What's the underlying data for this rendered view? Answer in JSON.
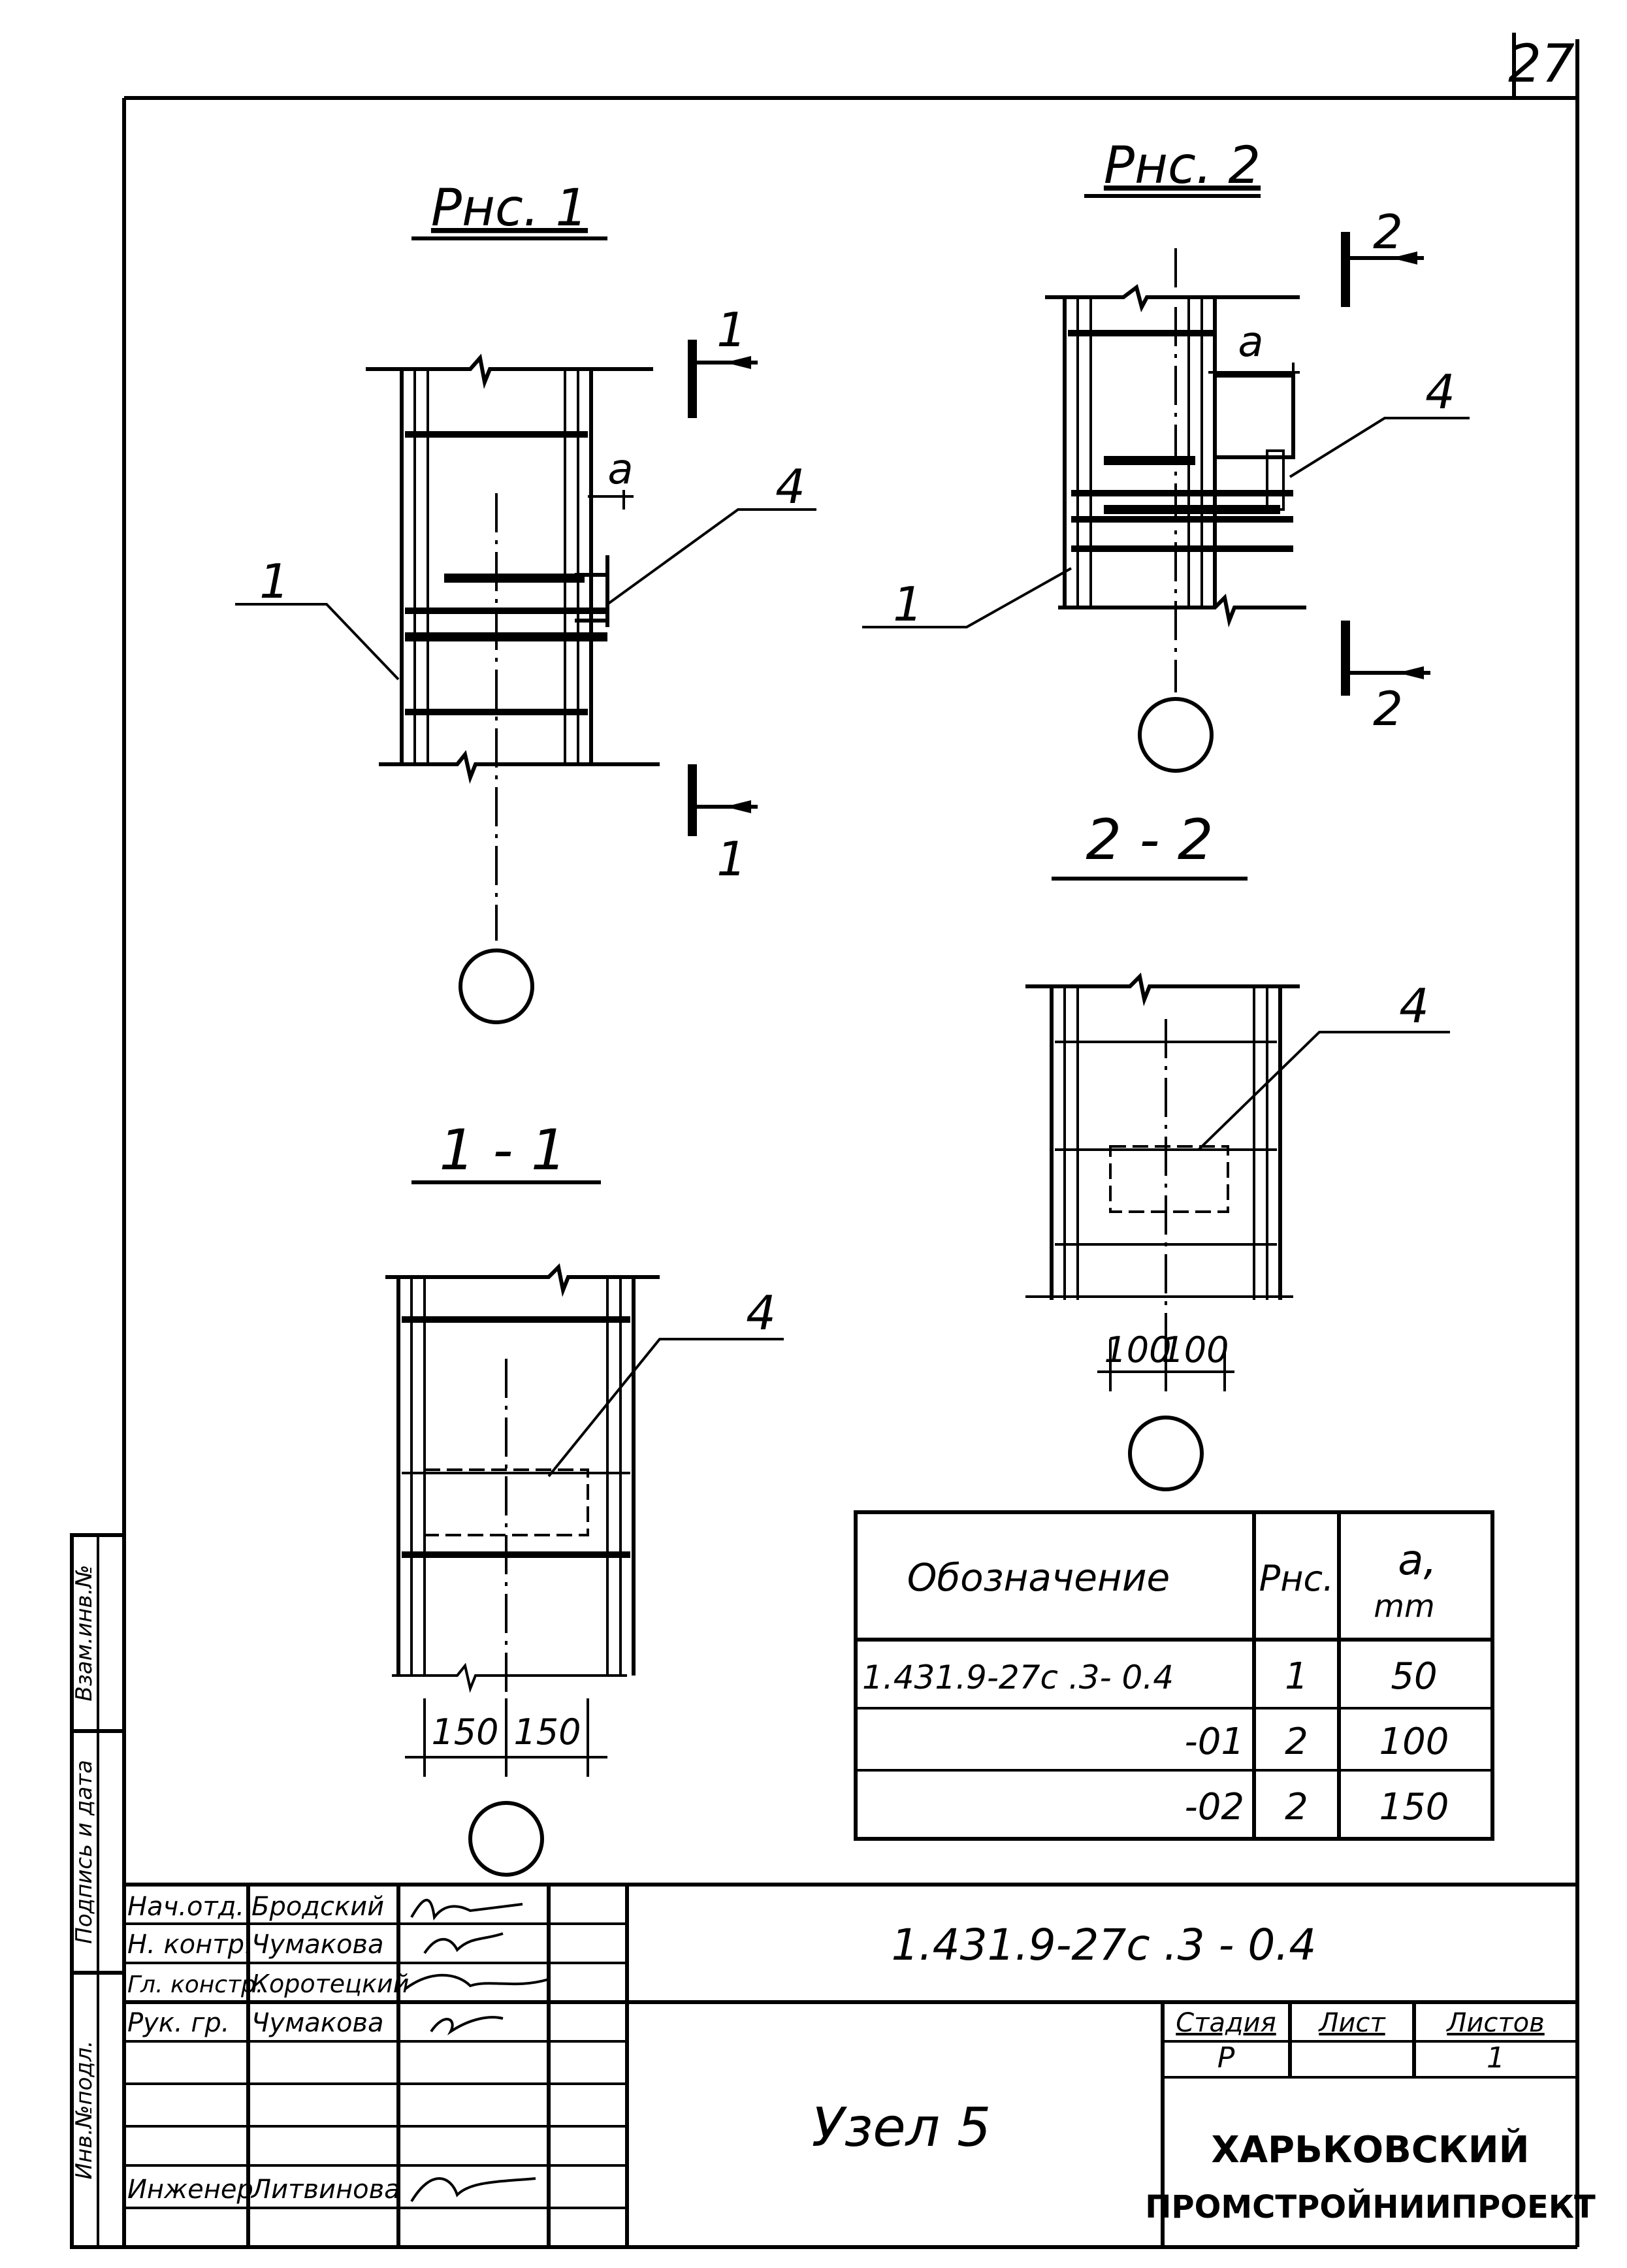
{
  "page_number": "27",
  "fig1": {
    "title": "Рнс. 1",
    "section_mark": "1",
    "pos_1": "1",
    "pos_4": "4",
    "dim_a": "a"
  },
  "fig2": {
    "title": "Рнс. 2",
    "section_mark": "2",
    "pos_1": "1",
    "pos_4": "4",
    "dim_a": "a"
  },
  "sec11": {
    "title": "1 - 1",
    "pos_4": "4",
    "dim_left": "150",
    "dim_right": "150"
  },
  "sec22": {
    "title": "2 - 2",
    "pos_4": "4",
    "dim_left": "100",
    "dim_right": "100"
  },
  "table": {
    "headers": {
      "designation": "Обозначение",
      "fig": "Рнс.",
      "a_sym": "a,",
      "a_unit": "mm"
    },
    "rows": [
      {
        "designation": "1.431.9-27c .3- 0.4",
        "fig": "1",
        "a": "50"
      },
      {
        "designation": "-01",
        "fig": "2",
        "a": "100"
      },
      {
        "designation": "-02",
        "fig": "2",
        "a": "150"
      }
    ]
  },
  "side_stamp": {
    "inv_orig": "Инв.№подл.",
    "sign_date": "Подпись и дата",
    "inv_dup": "Взам.инв.№"
  },
  "title_block": {
    "code": "1.431.9-27c .3 - 0.4",
    "name": "Узел 5",
    "roles": [
      {
        "role": "Нач.отд.",
        "person": "Бродский"
      },
      {
        "role": "Н. контр.",
        "person": "Чумакова"
      },
      {
        "role": "Гл. констр.",
        "person": "Коротецкий"
      },
      {
        "role": "Рук. гр.",
        "person": "Чумакова"
      },
      {
        "role": "",
        "person": ""
      },
      {
        "role": "",
        "person": ""
      },
      {
        "role": "Инженер",
        "person": "Литвинова"
      }
    ],
    "stage_label": "Стадия",
    "sheet_label": "Лист",
    "sheets_label": "Листов",
    "stage": "Р",
    "sheet": "",
    "sheets": "1",
    "org_line1": "ХАРЬКОВСКИЙ",
    "org_line2": "ПРОМСТРОЙНИИПРОЕКТ"
  }
}
